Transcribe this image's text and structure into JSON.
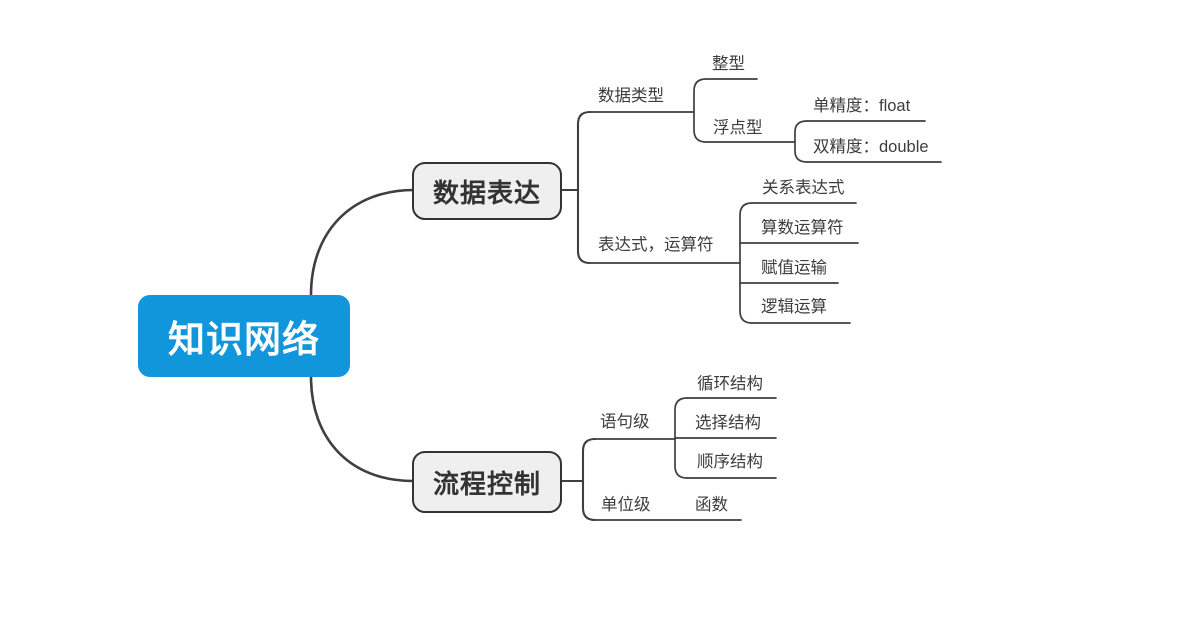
{
  "colors": {
    "root_fill": "#1296db",
    "root_text": "#ffffff",
    "branch_fill": "#efefef",
    "branch_border": "#333333",
    "line": "#3f3f3f",
    "leaf_text": "#3d3d3d",
    "background": "#ffffff"
  },
  "mindmap": {
    "root": {
      "label": "知识网络"
    },
    "branches": [
      {
        "label": "数据表达",
        "children": [
          {
            "label": "数据类型",
            "children": [
              {
                "label": "整型"
              },
              {
                "label": "浮点型",
                "children": [
                  {
                    "label": "单精度：float"
                  },
                  {
                    "label": "双精度：double"
                  }
                ]
              }
            ]
          },
          {
            "label": "表达式，运算符",
            "children": [
              {
                "label": "关系表达式"
              },
              {
                "label": "算数运算符"
              },
              {
                "label": "赋值运输"
              },
              {
                "label": "逻辑运算"
              }
            ]
          }
        ]
      },
      {
        "label": "流程控制",
        "children": [
          {
            "label": "语句级",
            "children": [
              {
                "label": "循环结构"
              },
              {
                "label": "选择结构"
              },
              {
                "label": "顺序结构"
              }
            ]
          },
          {
            "label": "单位级",
            "children": [
              {
                "label": "函数"
              }
            ]
          }
        ]
      }
    ]
  }
}
